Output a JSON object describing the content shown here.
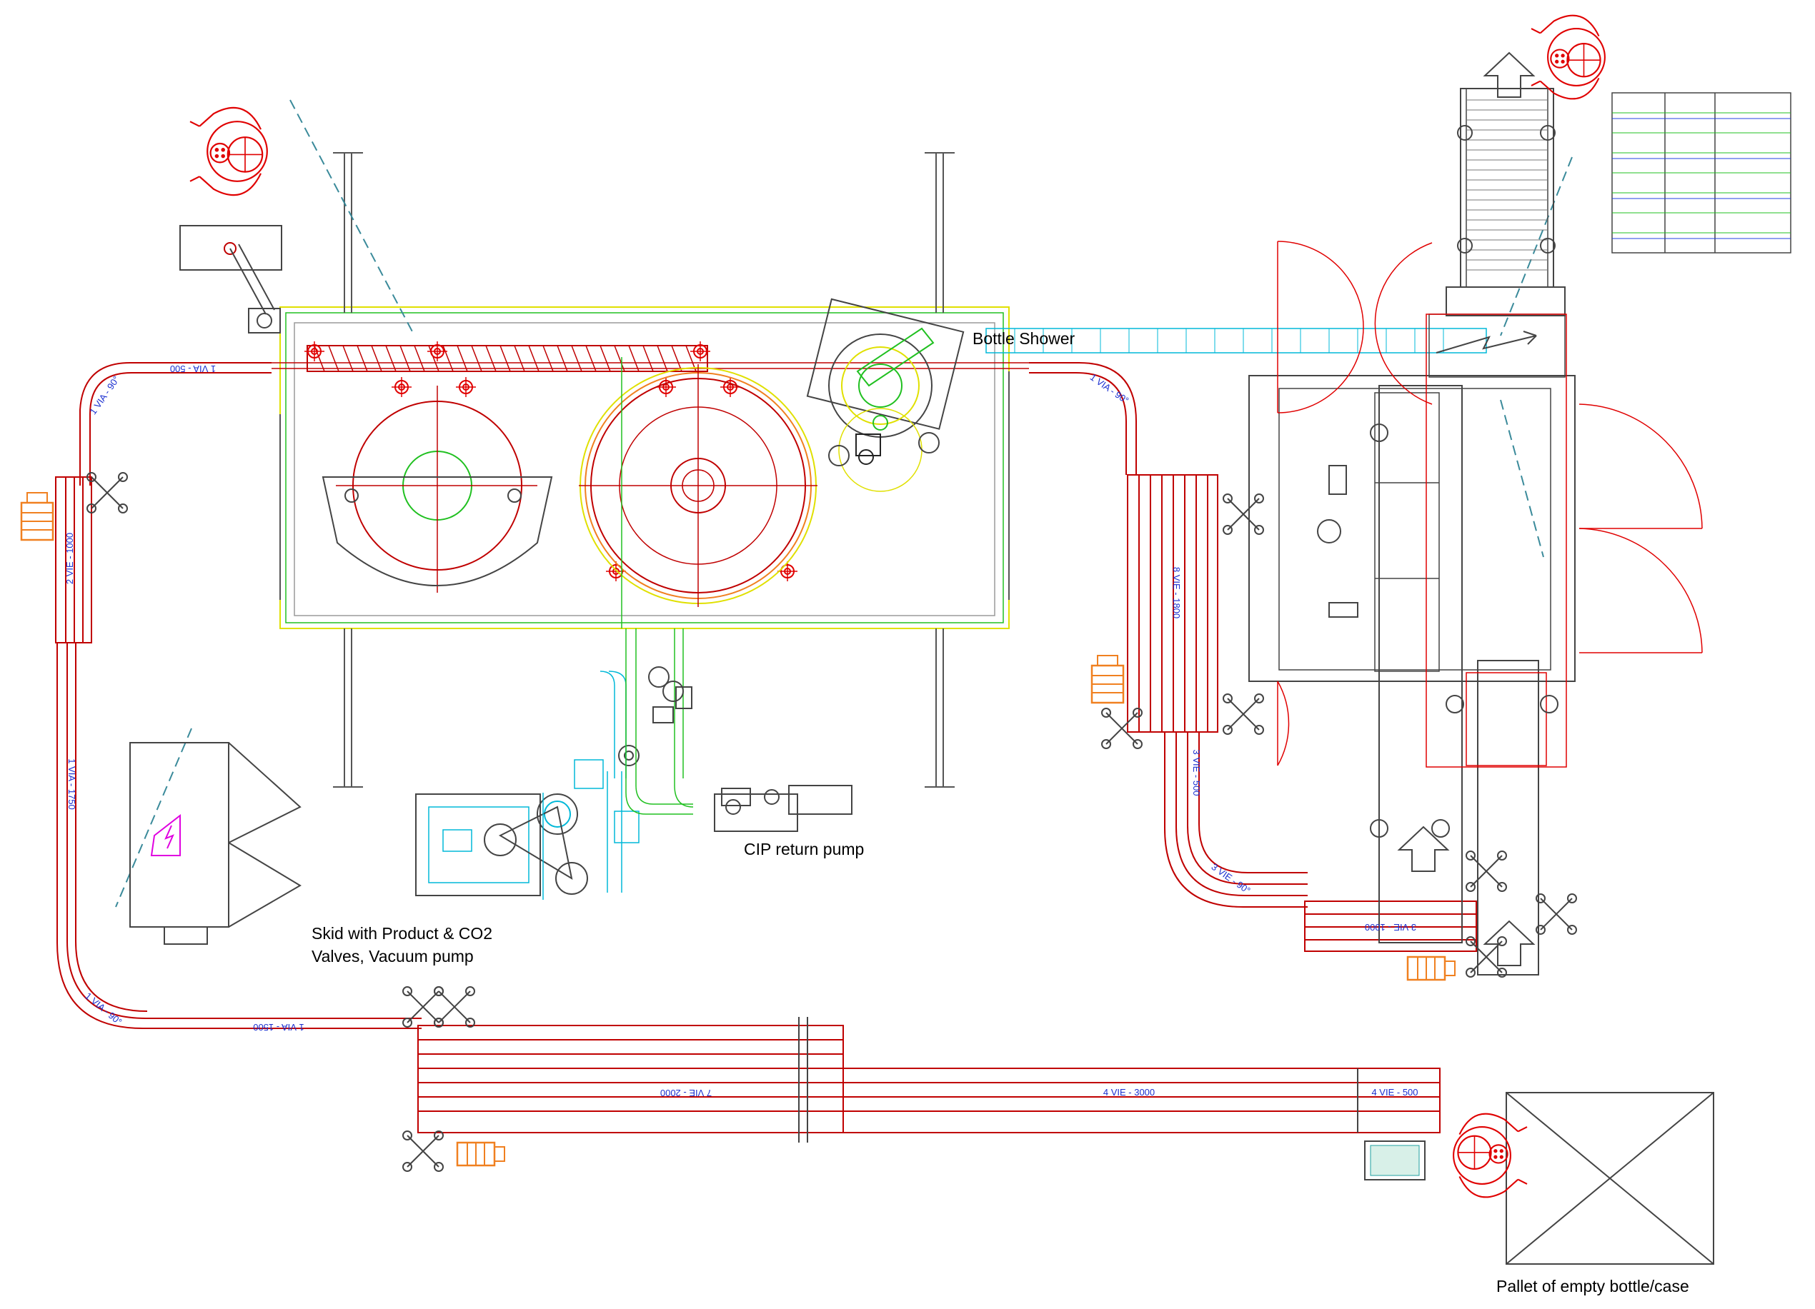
{
  "labels": {
    "bottle_shower": "Bottle Shower",
    "cip_return_pump": "CIP return pump",
    "skid_line1": "Skid with Product & CO2",
    "skid_line2": "Valves, Vacuum pump",
    "pallet": "Pallet of empty bottle/case"
  },
  "conveyor_labels": {
    "c1": "1 VIA - 500",
    "c2": "1 VIA - 90°",
    "c3": "2 VIE - 1000",
    "c4": "1 VIA - 1750",
    "c5": "1 VIA - 90°",
    "c6": "1 VIA - 1500",
    "c7": "7 VIE - 2000",
    "c8": "4 VIE - 3000",
    "c9": "4 VIE - 500",
    "c10": "1 VIA - 90°",
    "c11": "8 VIE - 1800",
    "c12": "3 VIE - 500",
    "c13": "3 VIE - 90°",
    "c14": "3 VIE - 1000"
  },
  "colors": {
    "conveyor": "#c00000",
    "drive_motor": "#f08020",
    "operator": "#e00000",
    "piping": "#00b8d8",
    "green_circuit": "#20c020",
    "frame_yellow": "#e0e000",
    "hazard": "#e000e0",
    "label_blue": "#1a2fd0"
  }
}
